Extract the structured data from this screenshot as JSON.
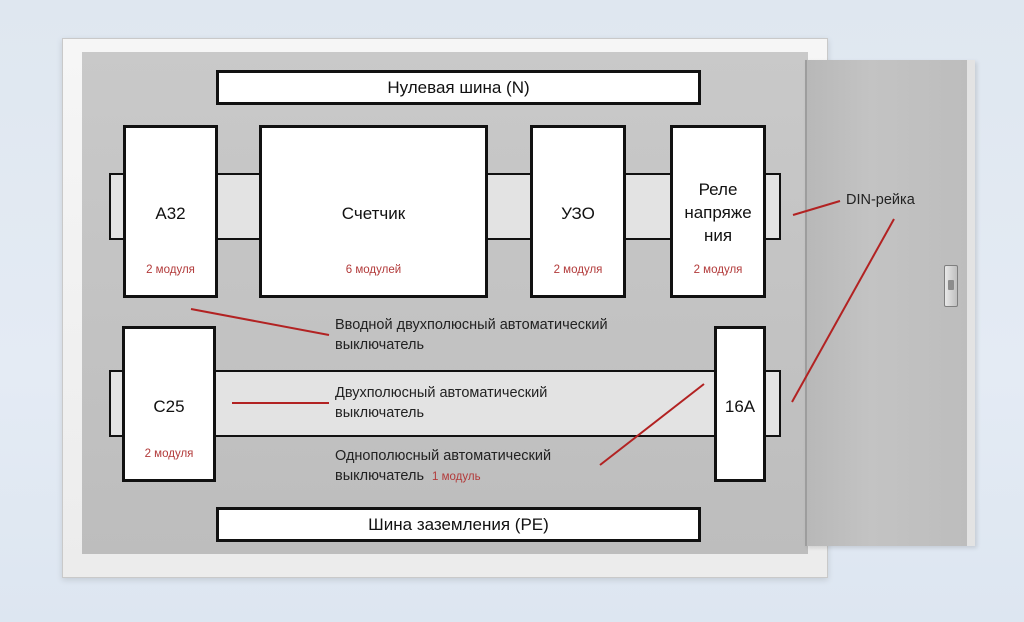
{
  "busbars": {
    "neutral": "Нулевая шина (N)",
    "ground": "Шина заземления (PE)"
  },
  "devices": {
    "a32": {
      "name": "А32",
      "modules": "2 модуля"
    },
    "meter": {
      "name": "Счетчик",
      "modules": "6 модулей"
    },
    "uzo": {
      "name": "УЗО",
      "modules": "2 модуля"
    },
    "relay": {
      "name_lines": [
        "Реле",
        "напряже",
        "ния"
      ],
      "modules": "2 модуля"
    },
    "c25": {
      "name": "С25",
      "modules": "2 модуля"
    },
    "a16": {
      "name": "16А"
    }
  },
  "annotations": {
    "intro_breaker": [
      "Вводной двухполюсный автоматический",
      "выключатель"
    ],
    "two_pole_breaker": [
      "Двухполюсный автоматический",
      "выключатель"
    ],
    "one_pole_breaker": [
      "Однополюсный автоматический",
      "выключатель"
    ],
    "one_pole_modules": "1 модуль",
    "din_rail": "DIN-рейка"
  },
  "colors": {
    "leader_line": "#b22222",
    "module_text": "#b23a3a",
    "outline": "#111111"
  }
}
